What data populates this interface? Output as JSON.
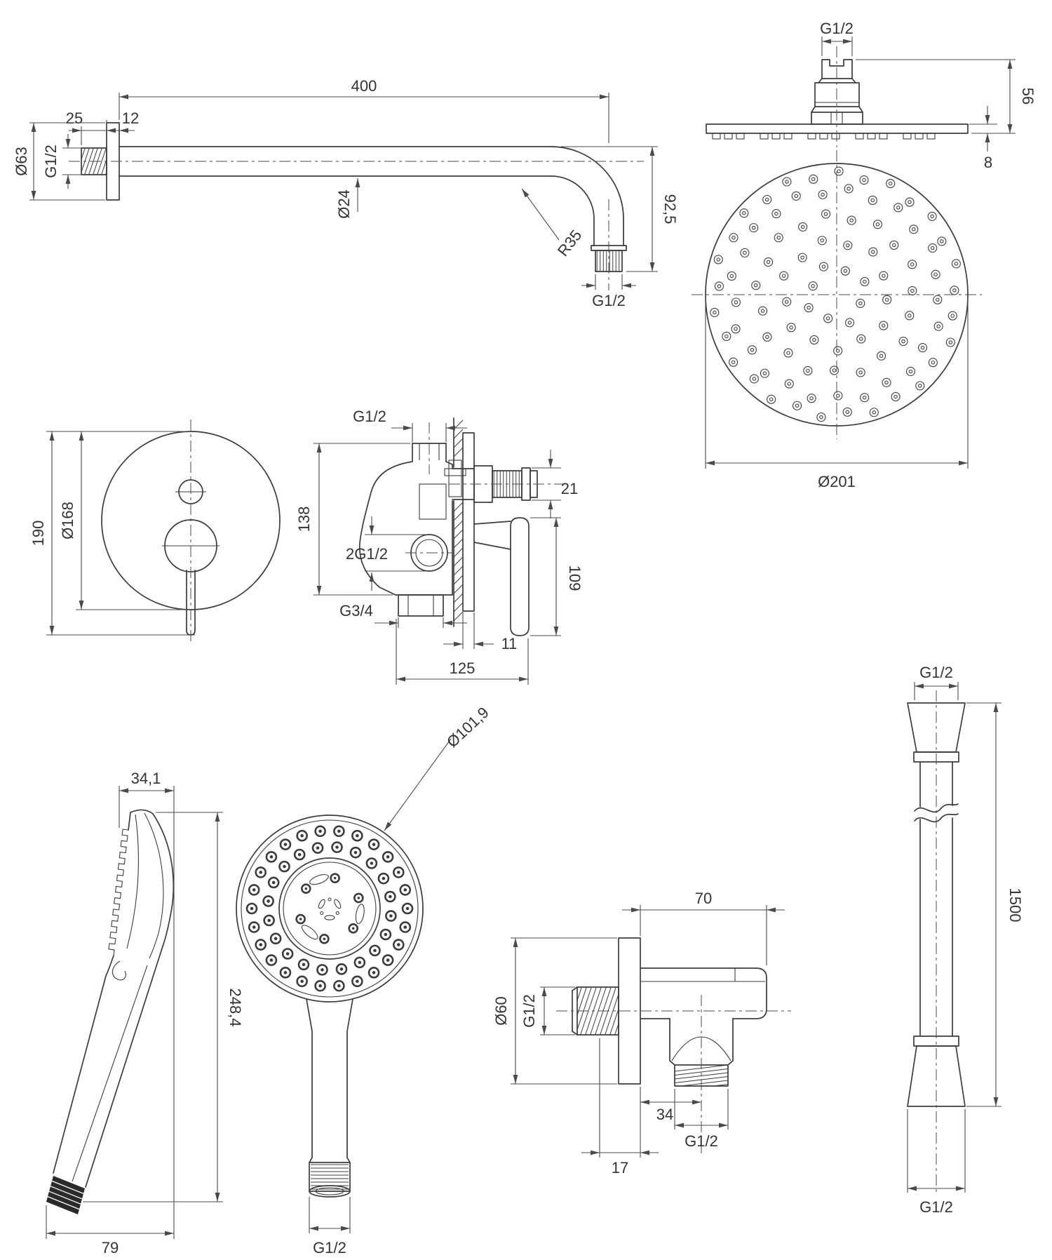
{
  "page": {
    "background": "#ffffff",
    "line_color": "#3c3c3c",
    "dim_color": "#4a4a4a",
    "text_color": "#333333"
  },
  "drawing": {
    "shower_arm": {
      "length": "400",
      "exposed_thread": "25",
      "flange_depth": "12",
      "flange_diameter": "Ø63",
      "inlet_thread": "G1/2",
      "pipe_diameter": "Ø24",
      "bend_radius": "R35",
      "outlet_drop": "92,5",
      "outlet_thread": "G1/2"
    },
    "head_shower_side": {
      "thread": "G1/2",
      "connector_height": "56",
      "plate_thickness": "8"
    },
    "head_shower_top": {
      "diameter": "Ø201"
    },
    "mixer_front": {
      "height": "190",
      "plate_diameter": "Ø168"
    },
    "mixer_side": {
      "inlet_thread": "G1/2",
      "body_height": "138",
      "outlet_stub": "21",
      "side_ports": "2G1/2",
      "bottom_thread": "G3/4",
      "plate_thickness": "11",
      "lever_length": "109",
      "total_depth": "125"
    },
    "hand_shower_side": {
      "head_depth": "34,1",
      "total_length": "248,4",
      "base_spread": "79"
    },
    "hand_shower_front": {
      "head_diameter": "Ø101,9",
      "thread": "G1/2"
    },
    "wall_elbow": {
      "body_depth": "70",
      "flange_diameter": "Ø60",
      "inlet_thread": "G1/2",
      "outlet_offset": "34",
      "outlet_thread": "G1/2",
      "flange_depth": "17"
    },
    "hose": {
      "top_thread": "G1/2",
      "length": "1500",
      "bottom_thread": "G1/2"
    }
  }
}
